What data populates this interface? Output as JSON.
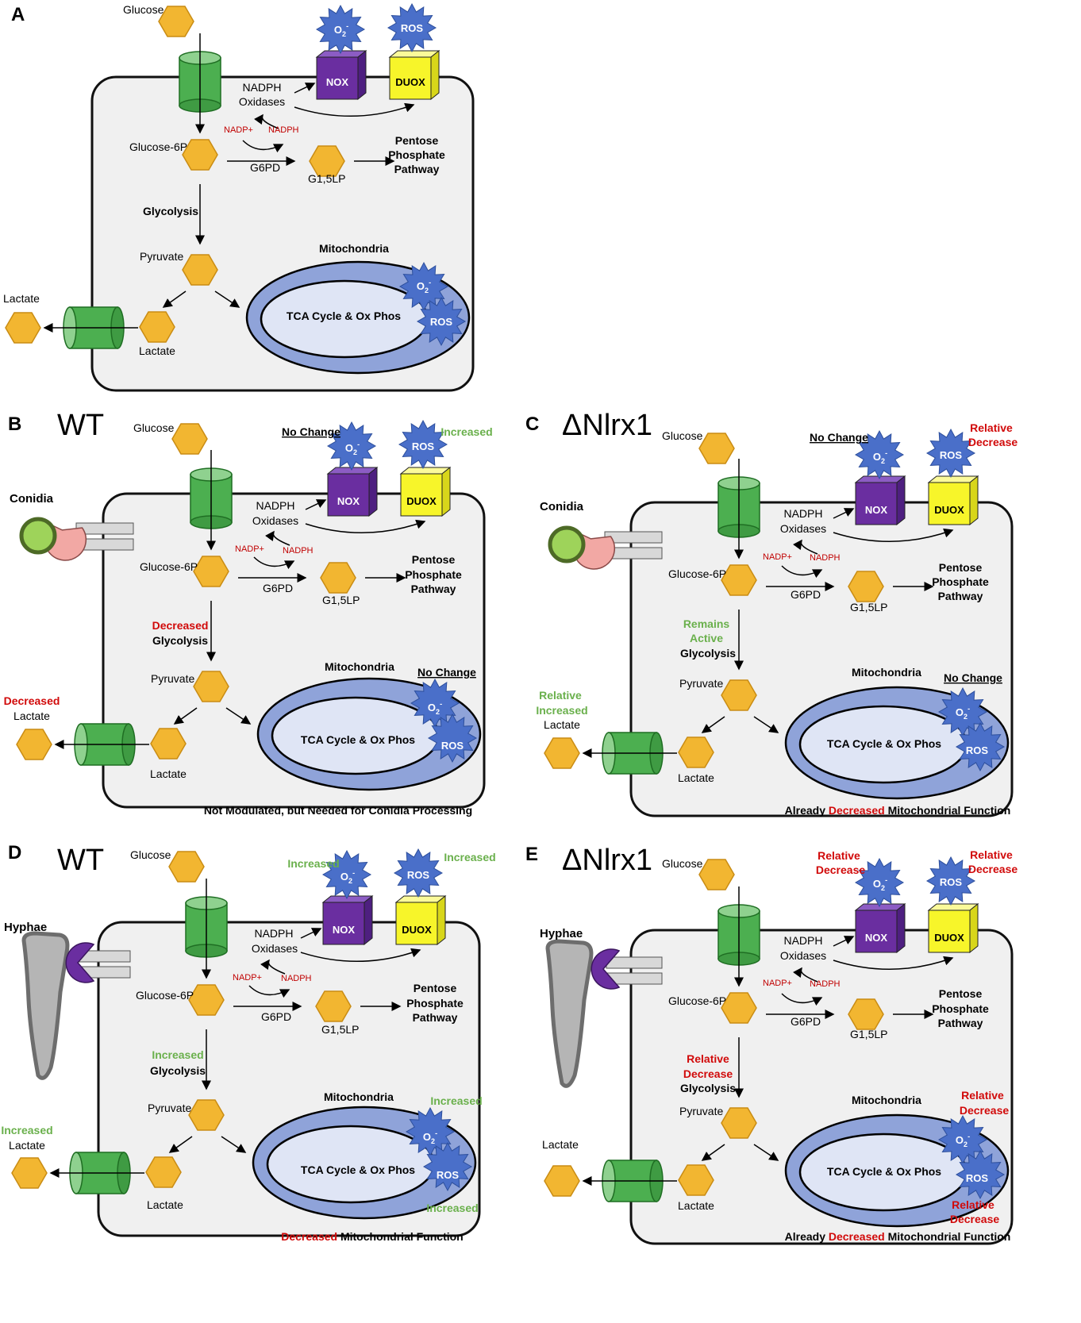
{
  "panels": {
    "a": {
      "letter": "A"
    },
    "b": {
      "letter": "B",
      "genotype": "WT",
      "stimulus": "Conidia",
      "o2_status": "No Change",
      "ros_status": "Increased",
      "glycolysis_status": "Decreased",
      "lactate_status": "Decreased",
      "mito_status": "No Change",
      "footer": "Not Modulated, but Needed for Conidia Processing"
    },
    "c": {
      "letter": "C",
      "genotype": "ΔNlrx1",
      "stimulus": "Conidia",
      "o2_status": "No Change",
      "ros_status_1": "Relative",
      "ros_status_2": "Decrease",
      "glycolysis_status_1": "Remains",
      "glycolysis_status_2": "Active",
      "lactate_status_1": "Relative",
      "lactate_status_2": "Increased",
      "mito_status": "No Change",
      "footer_pre": "Already ",
      "footer_hl": "Decreased",
      "footer_post": " Mitochondrial Function"
    },
    "d": {
      "letter": "D",
      "genotype": "WT",
      "stimulus": "Hyphae",
      "o2_status": "Increased",
      "ros_status": "Increased",
      "glycolysis_status": "Increased",
      "lactate_status": "Increased",
      "mito_o2_status": "Increased",
      "mito_ros_status": "Increased",
      "footer_hl": "Decreased",
      "footer_post": " Mitochondrial Function"
    },
    "e": {
      "letter": "E",
      "genotype": "ΔNlrx1",
      "stimulus": "Hyphae",
      "o2_status_1": "Relative",
      "o2_status_2": "Decrease",
      "ros_status_1": "Relative",
      "ros_status_2": "Decrease",
      "glycolysis_status_1": "Relative",
      "glycolysis_status_2": "Decrease",
      "mito_o2_status_1": "Relative",
      "mito_o2_status_2": "Decrease",
      "mito_ros_status_1": "Relative",
      "mito_ros_status_2": "Decrease",
      "footer_pre": "Already ",
      "footer_hl": "Decreased",
      "footer_post": " Mitochondrial Function"
    }
  },
  "labels": {
    "glucose": "Glucose",
    "glucose6p": "Glucose-6P",
    "g6pd": "G6PD",
    "g15lp": "G1,5LP",
    "ppp_1": "Pentose",
    "ppp_2": "Phosphate",
    "ppp_3": "Pathway",
    "nadph_ox_1": "NADPH",
    "nadph_ox_2": "Oxidases",
    "nadp_plus": "NADP+",
    "nadph": "NADPH",
    "nox": "NOX",
    "duox": "DUOX",
    "o2": "O",
    "o2_sub": "2",
    "o2_sup": "-",
    "ros": "ROS",
    "glycolysis": "Glycolysis",
    "pyruvate": "Pyruvate",
    "lactate": "Lactate",
    "mitochondria": "Mitochondria",
    "tca": "TCA Cycle & Ox Phos"
  },
  "colors": {
    "glucose_hex": "#f2b631",
    "transporter": "#4caf50",
    "nox": "#6a2ea0",
    "duox": "#f7f52a",
    "star": "#4a6fc9",
    "mito_outer": "#8fa3d9",
    "mito_inner": "#dfe5f5",
    "increased": "#6ab04c",
    "decreased": "#d10a0a",
    "conidia": "#9ed35a",
    "receptor_conidia": "#f2a8a4",
    "receptor_hyphae": "#6a2ea0",
    "hyphae": "#b5b5b5"
  }
}
